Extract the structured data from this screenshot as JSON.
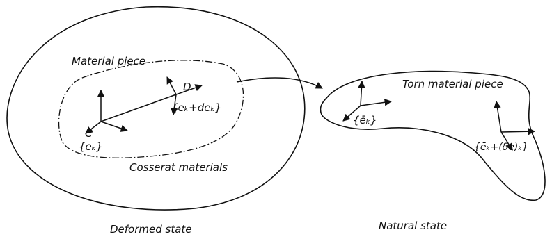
{
  "labels": {
    "material_piece": "Material piece",
    "point_c": "C",
    "point_d": "D",
    "triad_c": "{eₖ}",
    "triad_d": "{eₖ+deₖ}",
    "cosserat": "Cosserat materials",
    "torn_piece": "Torn material piece",
    "triad_torn_left": "{ēₖ}",
    "triad_torn_right": "{ēₖ+(δe)ₖ}",
    "deformed_caption": "Deformed state",
    "natural_caption": "Natural state"
  }
}
